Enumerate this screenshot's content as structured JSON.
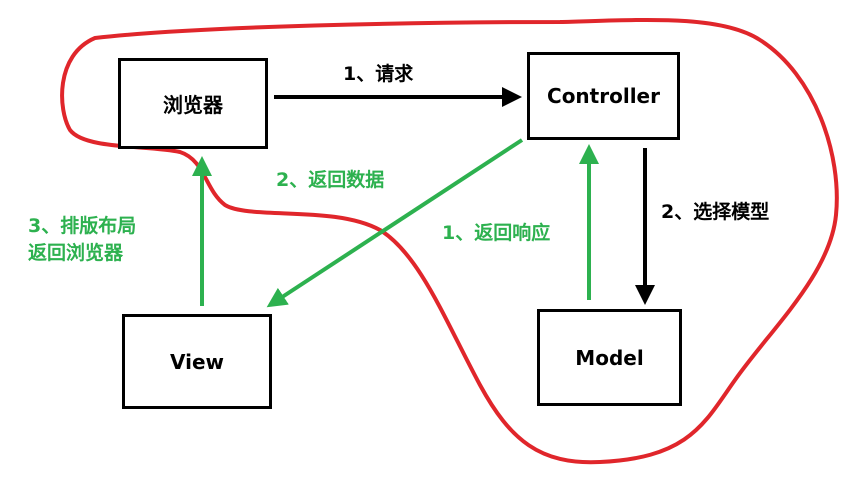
{
  "colors": {
    "boundary": "#e0262b",
    "request_flow": "#000000",
    "response_flow": "#2db14f",
    "box_border": "#000000"
  },
  "nodes": {
    "browser": "浏览器",
    "controller": "Controller",
    "view": "View",
    "model": "Model"
  },
  "edges": {
    "request": "1、请求",
    "select_model": "2、选择模型",
    "return_response": "1、返回响应",
    "return_data": "2、返回数据",
    "layout_line1": "3、排版布局",
    "layout_line2": "返回浏览器"
  }
}
